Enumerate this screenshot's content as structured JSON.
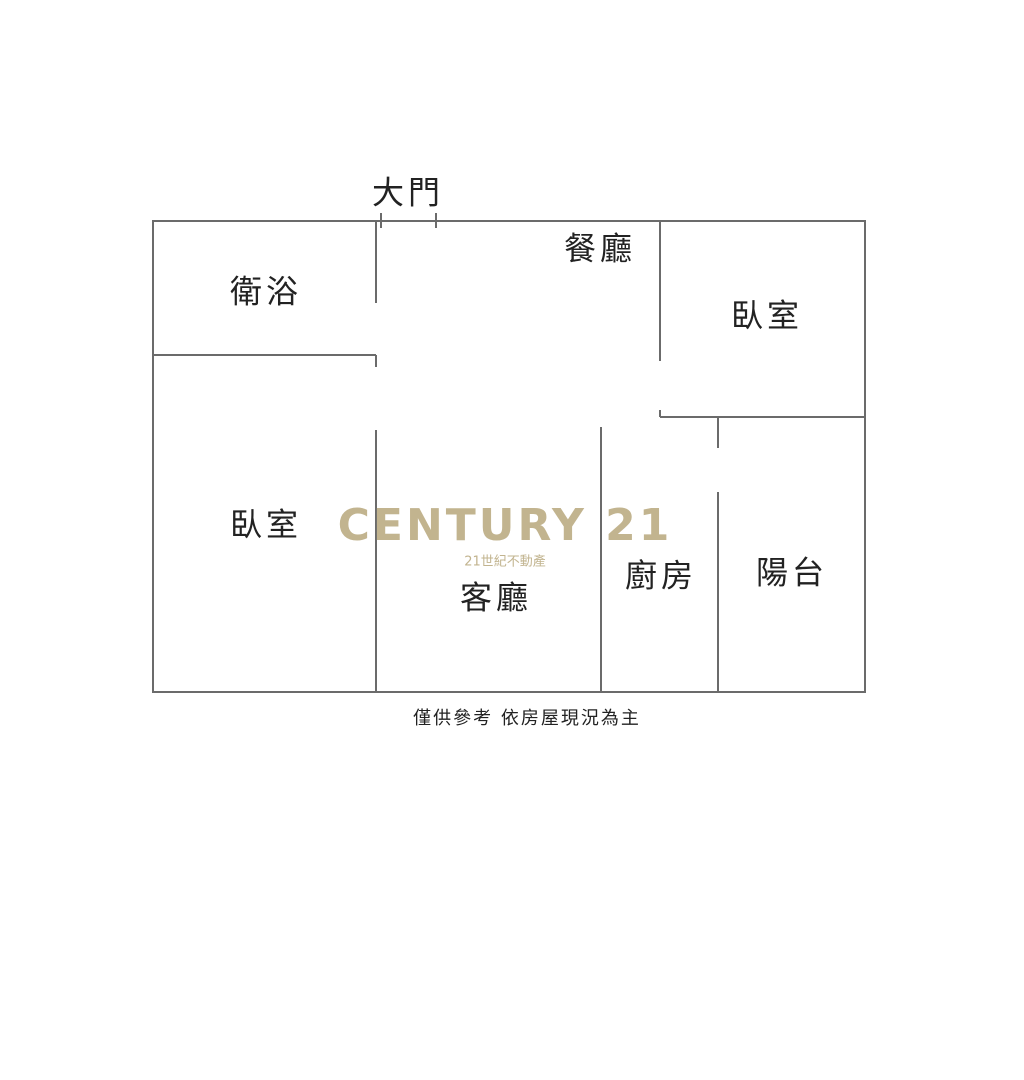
{
  "floorplan": {
    "entrance": "大門",
    "rooms": {
      "bathroom": "衛浴",
      "dining": "餐廳",
      "bedroom_top_right": "臥室",
      "bedroom_left": "臥室",
      "living": "客廳",
      "kitchen": "廚房",
      "balcony": "陽台"
    },
    "caption": "僅供參考 依房屋現況為主"
  },
  "watermark": {
    "brand": "CENTURY 21",
    "subtitle": "21世紀不動產",
    "color": "#c2b48f"
  }
}
